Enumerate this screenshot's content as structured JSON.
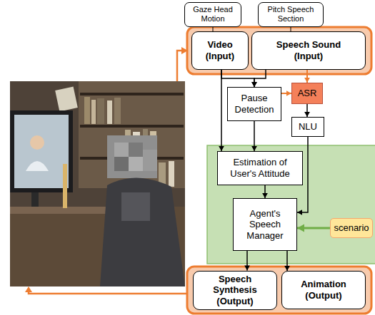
{
  "diagram": {
    "nodes": [
      {
        "text": [
          "Gaze Head Motion"
        ]
      },
      {
        "text": [
          "Pitch Speech Section"
        ]
      },
      {
        "text": [
          "Video (Input)"
        ]
      },
      {
        "text": [
          "Speech Sound (Input)"
        ]
      },
      {
        "text": [
          "Pause Detection"
        ]
      },
      {
        "text": [
          "ASR"
        ]
      },
      {
        "text": [
          "NLU"
        ]
      },
      {
        "text": [
          "Estimation of User's Attitude"
        ]
      },
      {
        "text": [
          "Agent's Speech Manager"
        ]
      },
      {
        "text": [
          "scenario"
        ]
      },
      {
        "text": [
          "Speech Synthesis (Output)"
        ]
      },
      {
        "text": [
          "Animation (Output)"
        ]
      }
    ],
    "edges": [
      {
        "from": 0,
        "to": 2,
        "arrow": "none"
      },
      {
        "from": 1,
        "to": 3,
        "arrow": "none"
      },
      {
        "from": 2,
        "to": 4,
        "arrow": "to"
      },
      {
        "from": 3,
        "to": 4,
        "arrow": "to"
      },
      {
        "from": 2,
        "to": 7,
        "arrow": "to"
      },
      {
        "from": 3,
        "to": 5,
        "arrow": "to"
      },
      {
        "from": 4,
        "to": 5,
        "arrow": "to"
      },
      {
        "from": 4,
        "to": 7,
        "arrow": "to"
      },
      {
        "from": 5,
        "to": 6,
        "arrow": "to"
      },
      {
        "from": 6,
        "to": 8,
        "arrow": "to"
      },
      {
        "from": 7,
        "to": 8,
        "arrow": "to"
      },
      {
        "from": 9,
        "to": 8,
        "arrow": "to"
      },
      {
        "from": 8,
        "to": 10,
        "arrow": "to"
      },
      {
        "from": 8,
        "to": 11,
        "arrow": "to"
      }
    ]
  }
}
